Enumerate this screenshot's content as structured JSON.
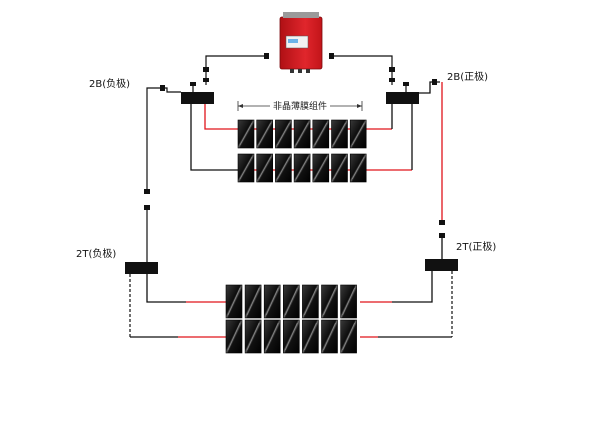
{
  "labels": {
    "thin_film_modules": "非晶薄膜组件",
    "box_2b_negative": "2B(负极)",
    "box_2b_positive": "2B(正极)",
    "box_2t_negative": "2T(负极)",
    "box_2t_positive": "2T(正极)"
  },
  "colors": {
    "wire_positive": "#e0141b",
    "wire_negative": "#111111",
    "inverter_body": "#d4161d",
    "panel_dark": "#1a1a1a"
  },
  "panel_rows": [
    {
      "name": "upper-row-1",
      "panel_count": 7
    },
    {
      "name": "upper-row-2",
      "panel_count": 7
    },
    {
      "name": "lower-row-1",
      "panel_count": 7
    },
    {
      "name": "lower-row-2",
      "panel_count": 7
    }
  ]
}
